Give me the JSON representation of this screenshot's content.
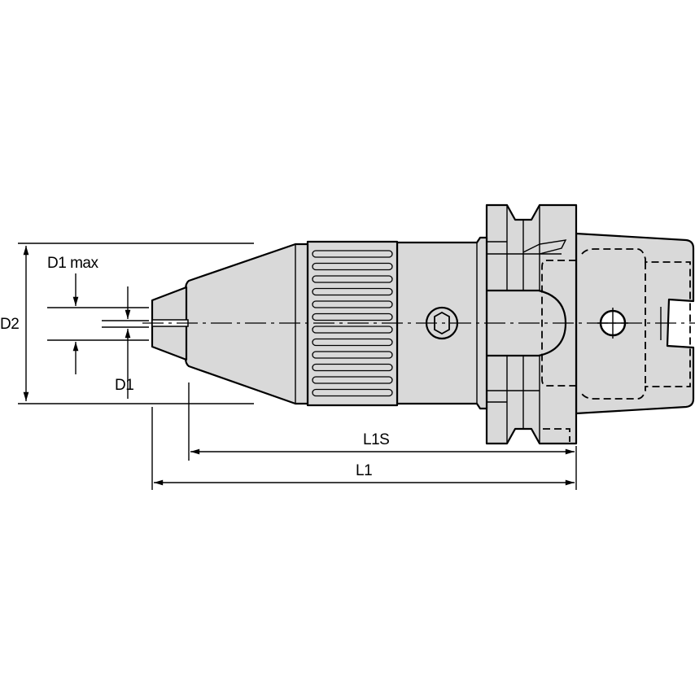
{
  "drawing": {
    "labels": {
      "d2": "D2",
      "d1_max": "D1 max",
      "d1": "D1",
      "l1s": "L1S",
      "l1": "L1"
    },
    "colors": {
      "fill": "#d9d9d9",
      "line": "#000000",
      "background": "#ffffff"
    }
  }
}
